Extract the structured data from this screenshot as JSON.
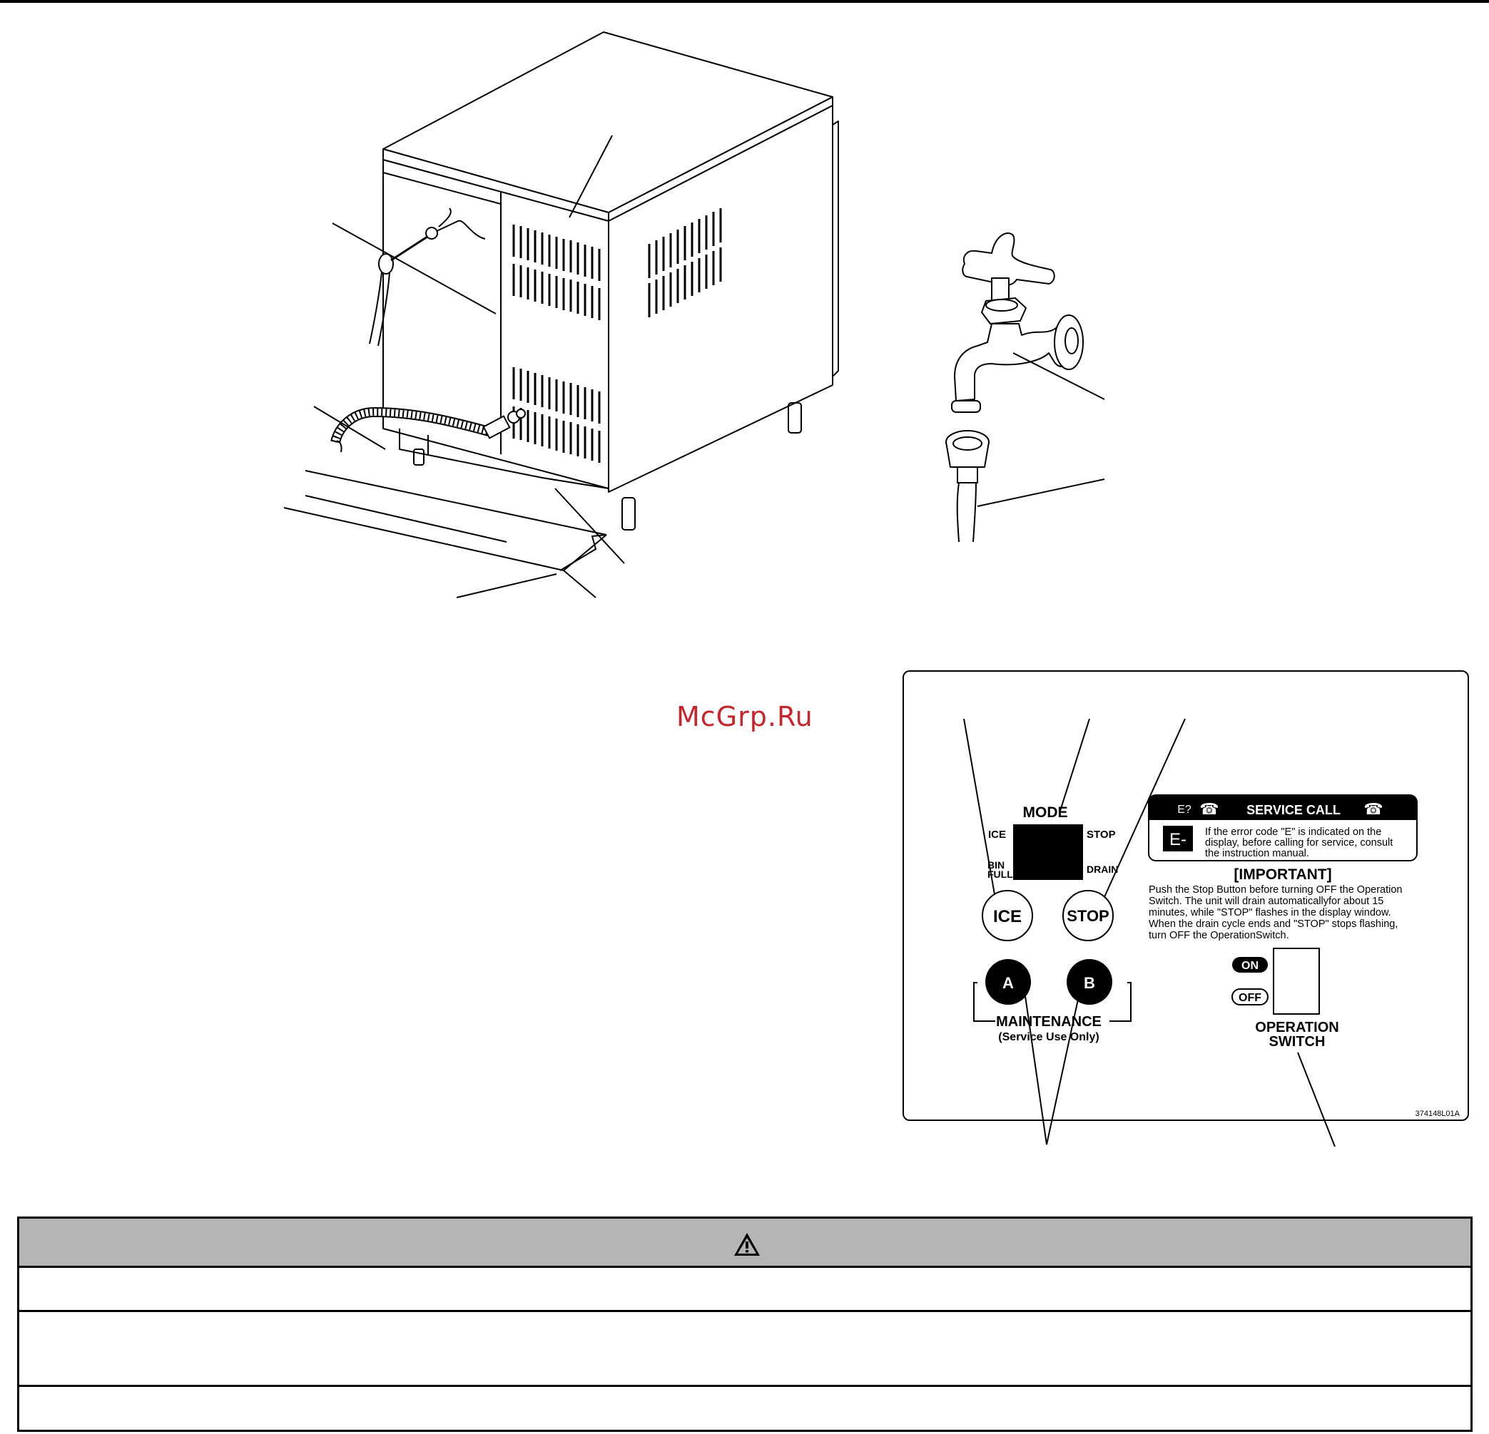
{
  "watermark": "McGrp.Ru",
  "panel": {
    "mode_label": "MODE",
    "indicator_ice": "ICE",
    "indicator_stop": "STOP",
    "indicator_bin_full_line1": "BIN",
    "indicator_bin_full_line2": "FULL",
    "indicator_drain": "DRAIN",
    "ice_button": "ICE",
    "stop_button": "STOP",
    "button_a": "A",
    "button_b": "B",
    "maintenance_label": "MAINTENANCE",
    "maintenance_sub": "(Service Use Only)",
    "service_call": {
      "title": "SERVICE CALL",
      "code_icon": "E?",
      "display_glyph": "E-",
      "text_line1": "If the error code \"E\" is indicated on the",
      "text_line2": "display, before calling for service, consult",
      "text_line3": "the instruction manual."
    },
    "important": {
      "title": "[IMPORTANT]",
      "lines": [
        "Push the Stop Button before turning OFF the Operation",
        "Switch.  The unit will drain automaticallyfor about 15",
        "minutes, while \"STOP\" flashes in the display window.",
        "When the drain cycle ends and \"STOP\" stops flashing,",
        "turn OFF the OperationSwitch."
      ]
    },
    "switch_on": "ON",
    "switch_off": "OFF",
    "operation_switch_line1": "OPERATION",
    "operation_switch_line2": "SWITCH",
    "part_number": "374148L01A"
  },
  "icons": {
    "warning": "warning-triangle-icon",
    "phone": "telephone-icon"
  },
  "colors": {
    "warning_header_bg": "#b5b5b5",
    "watermark": "#c8242b"
  }
}
